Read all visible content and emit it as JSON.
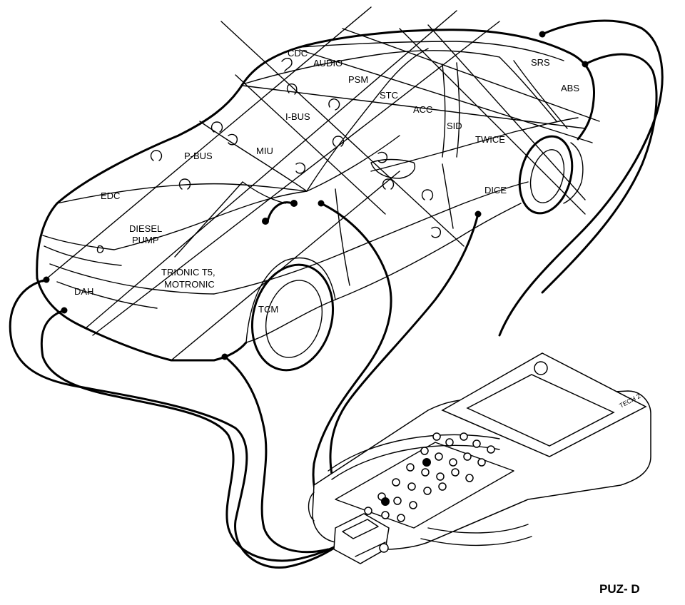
{
  "labels": {
    "cdc": "CDC",
    "audio": "AUDIO",
    "psm": "PSM",
    "srs": "SRS",
    "abs": "ABS",
    "stc": "STC",
    "acc": "ACC",
    "ibus": "I-BUS",
    "sid": "SID",
    "twice": "TWICE",
    "miu": "MIU",
    "pbus": "P-BUS",
    "edc": "EDC",
    "dice": "DICE",
    "diesel": "DIESEL",
    "pump": "PUMP",
    "trionic": "TRIONIC  T5,",
    "motronic": "MOTRONIC",
    "dah": "DAH",
    "tcm": "TCM",
    "tech2": "TECH 2"
  },
  "figure_code": "PUZ- D"
}
